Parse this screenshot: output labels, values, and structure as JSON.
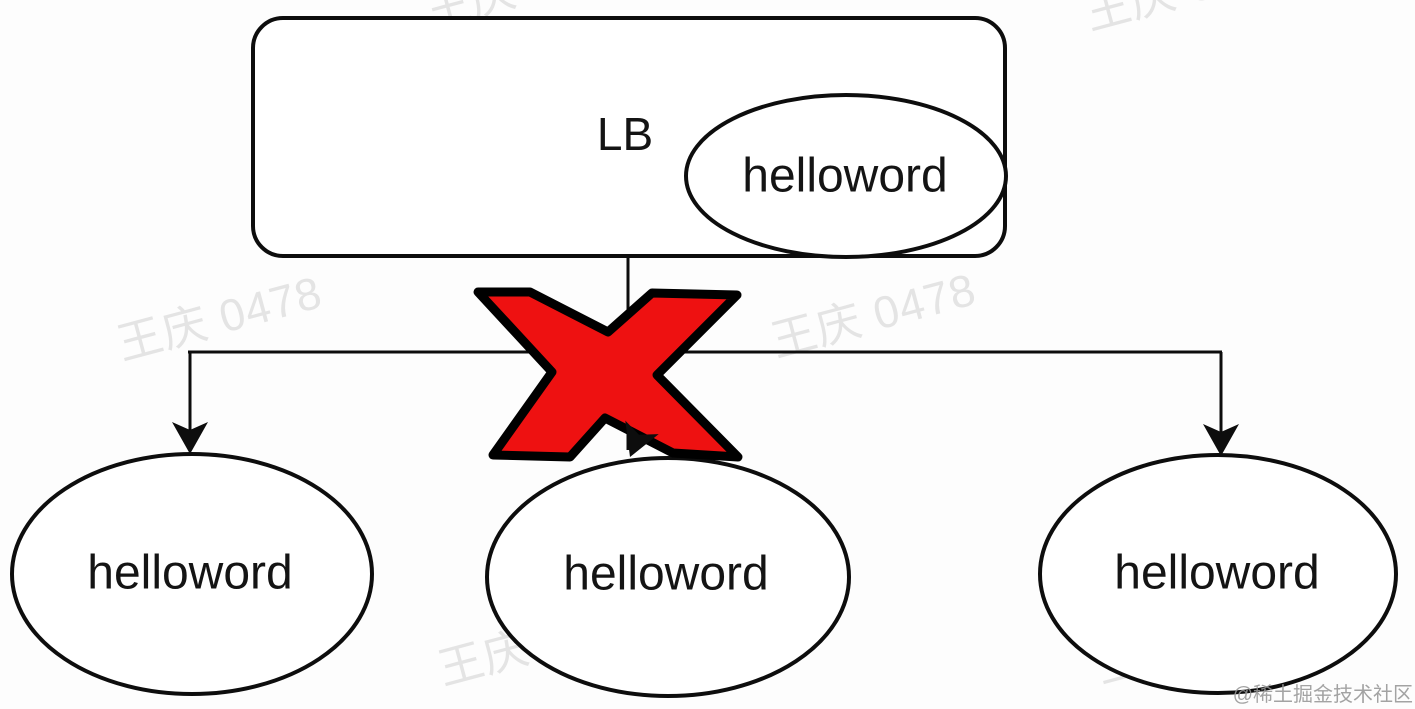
{
  "lb": {
    "label": "LB",
    "inner_node_label": "helloword"
  },
  "servers": [
    {
      "label": "helloword"
    },
    {
      "label": "helloword"
    },
    {
      "label": "helloword"
    }
  ],
  "failure_mark": {
    "icon": "red-cross-icon",
    "color": "#ee1111"
  },
  "watermarks": {
    "user": "王庆 0478",
    "community": "@稀土掘金技术社区"
  },
  "colors": {
    "stroke_black": "#0d0d0d",
    "cross_red": "#ee1111",
    "watermark_light_gray": "#e4e4e4",
    "watermark_dark_gray": "#969696",
    "background": "#fdfdfd"
  }
}
